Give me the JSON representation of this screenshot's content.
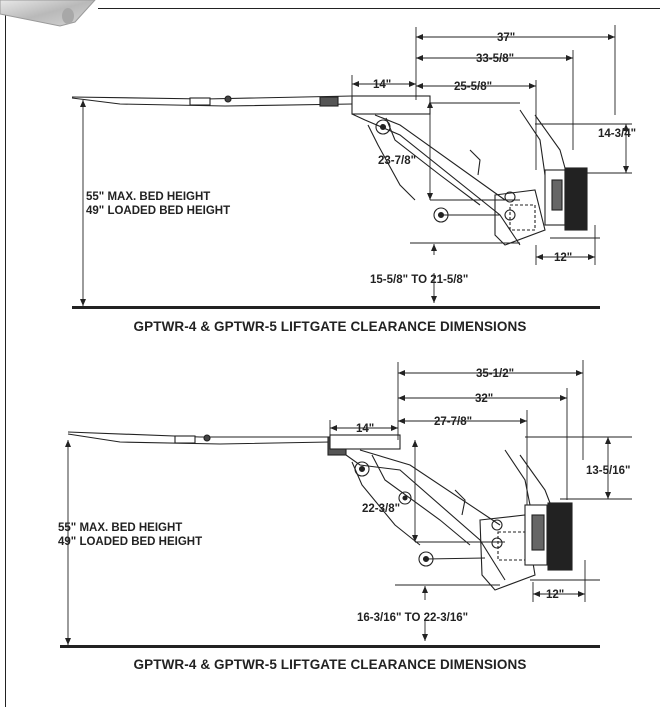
{
  "panels": [
    {
      "dims": {
        "d37": "37\"",
        "d33": "33-5/8\"",
        "d14": "14\"",
        "d25": "25-5/8\"",
        "d14_34": "14-3/4\"",
        "d23": "23-7/8\"",
        "d12": "12\"",
        "range": "15-5/8\" TO 21-5/8\""
      },
      "max_bed": "55\" MAX. BED HEIGHT",
      "loaded_bed": "49\" LOADED BED HEIGHT",
      "caption": "GPTWR-4 & GPTWR-5 LIFTGATE CLEARANCE DIMENSIONS"
    },
    {
      "dims": {
        "d35": "35-1/2\"",
        "d32": "32\"",
        "d14": "14\"",
        "d27": "27-7/8\"",
        "d13": "13-5/16\"",
        "d22": "22-3/8\"",
        "d12": "12\"",
        "range": "16-3/16\" TO 22-3/16\""
      },
      "max_bed": "55\" MAX. BED HEIGHT",
      "loaded_bed": "49\" LOADED BED HEIGHT",
      "caption": "GPTWR-4 & GPTWR-5 LIFTGATE CLEARANCE DIMENSIONS"
    }
  ],
  "colors": {
    "line": "#222222",
    "strip": "#c9c9c9"
  }
}
